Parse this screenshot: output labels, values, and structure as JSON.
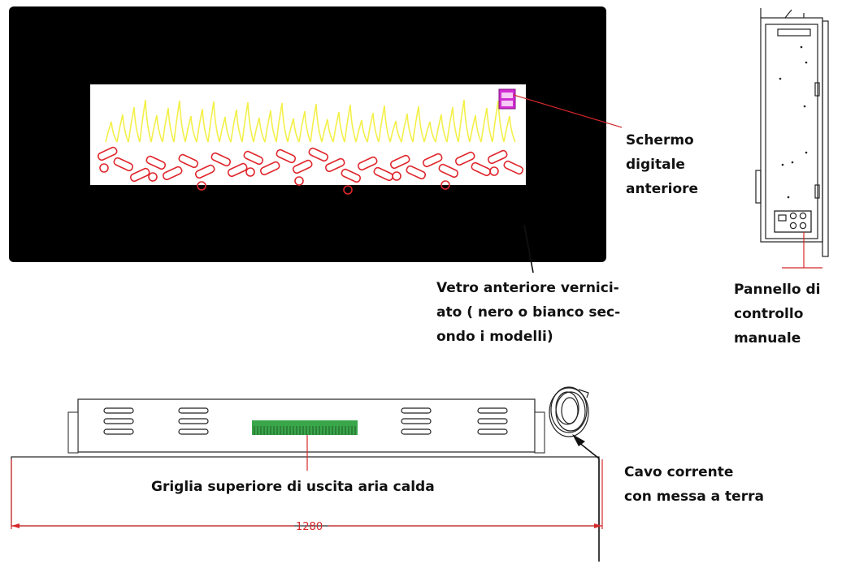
{
  "labels": {
    "screen": [
      "Schermo",
      "digitale",
      "anteriore"
    ],
    "glass": [
      "Vetro anteriore vernici-",
      "ato ( nero o bianco sec-",
      "ondo i modelli)"
    ],
    "panel": [
      "Pannello di",
      "controllo",
      "manuale"
    ],
    "grid": "Griglia superiore di uscita aria calda",
    "cable": [
      "Cavo corrente",
      "con messa a terra"
    ]
  },
  "dimension": {
    "width_text": "1280"
  },
  "colors": {
    "glass": "#000000",
    "flame": "#f4f04a",
    "logs": "#e0262c",
    "leader": "#d4282a",
    "display": "#cc22cc",
    "vent_green": "#3aa64a"
  }
}
